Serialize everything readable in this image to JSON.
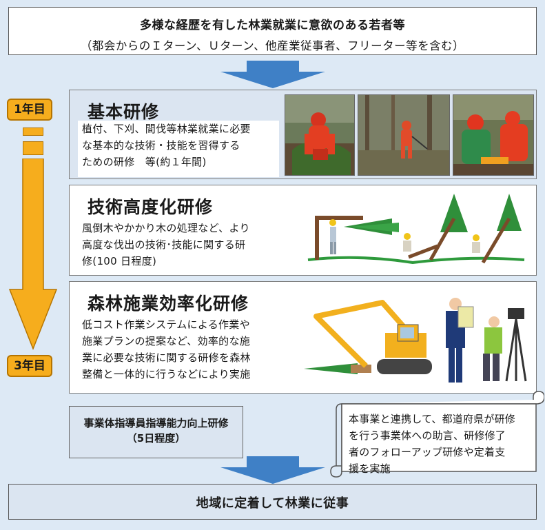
{
  "top": {
    "title": "多様な経歴を有した林業就業に意欲のある若者等",
    "subtitle": "（都会からのＩターン、Ｕターン、他産業従事者、フリーター等を含む）"
  },
  "years": {
    "start": "1年目",
    "end": "3年目"
  },
  "panels": [
    {
      "title": "基本研修",
      "lines": [
        "植付、下刈、間伐等林業就業に必要",
        "な基本的な技術・技能を習得する",
        "ための研修　等(約１年間)"
      ]
    },
    {
      "title": "技術高度化研修",
      "lines": [
        "風倒木やかかり木の処理など、より",
        "高度な伐出の技術･技能に関する研",
        "修(100 日程度)"
      ]
    },
    {
      "title": "森林施業効率化研修",
      "lines": [
        "低コスト作業システムによる作業や",
        "施業プランの提案など、効率的な施",
        "業に必要な技術に関する研修を森林",
        "整備と一体的に行うなどにより実施"
      ]
    }
  ],
  "leader": {
    "line1": "事業体指導員指導能力向上研修",
    "line2": "（5日程度）"
  },
  "scroll": {
    "lines": [
      "本事業と連携して、都道府県が研修",
      "を行う事業体への助言、研修修了",
      "者のフォローアップ研修や定着支",
      "援を実施"
    ]
  },
  "final": {
    "text": "地域に定着して林業に従事"
  },
  "colors": {
    "background": "#dde9f5",
    "arrow_blue": "#3f80c6",
    "year_orange": "#f6ad1d",
    "box_light_blue": "#dbe5f1"
  },
  "icons": [
    "forestry-workers-photo",
    "felling-illustration",
    "excavator-illustration",
    "surveyor-illustration"
  ]
}
